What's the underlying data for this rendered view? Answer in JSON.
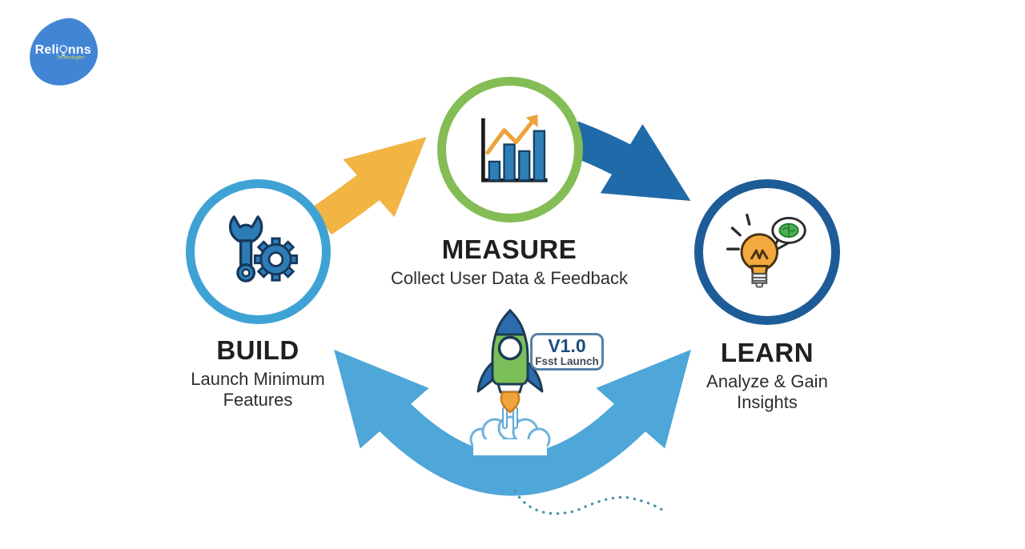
{
  "logo": {
    "name_left": "Reli",
    "name_right": "nns",
    "tagline": "Technologies"
  },
  "stages": [
    {
      "id": "build",
      "title": "BUILD",
      "subtitle_lines": [
        "Launch Minimum",
        "Features"
      ],
      "icon": "wrench-gear-icon",
      "ring_color": "#3FA2D4"
    },
    {
      "id": "measure",
      "title": "MEASURE",
      "subtitle_lines": [
        "Collect User Data & Feedback"
      ],
      "icon": "bar-chart-growth-icon",
      "ring_color": "#84BD55"
    },
    {
      "id": "learn",
      "title": "LEARN",
      "subtitle_lines": [
        "Analyze & Gain",
        "Insights"
      ],
      "icon": "lightbulb-brain-icon",
      "ring_color": "#1E5C97"
    }
  ],
  "badge": {
    "version": "V1.0",
    "label": "Fsst Launch"
  },
  "arrows": [
    {
      "name": "build-to-measure-arrow",
      "color": "#F2B443"
    },
    {
      "name": "measure-to-learn-arrow",
      "color": "#1F6AA9"
    },
    {
      "name": "learn-to-build-loop-arrow",
      "color": "#4FA6D8"
    }
  ],
  "center_icon": "rocket-launch-icon",
  "colors": {
    "accent_yellow": "#F2B443",
    "accent_blue_dark": "#1F6AA9",
    "accent_blue_light": "#4FA6D8",
    "ring_build": "#3FA2D4",
    "ring_measure": "#84BD55",
    "ring_learn": "#1E5C97",
    "icon_blue": "#2E7CB5",
    "text_dark": "#1f1f1f",
    "logo_blue": "#4285D5",
    "dotted_wave": "#4B93A8"
  }
}
